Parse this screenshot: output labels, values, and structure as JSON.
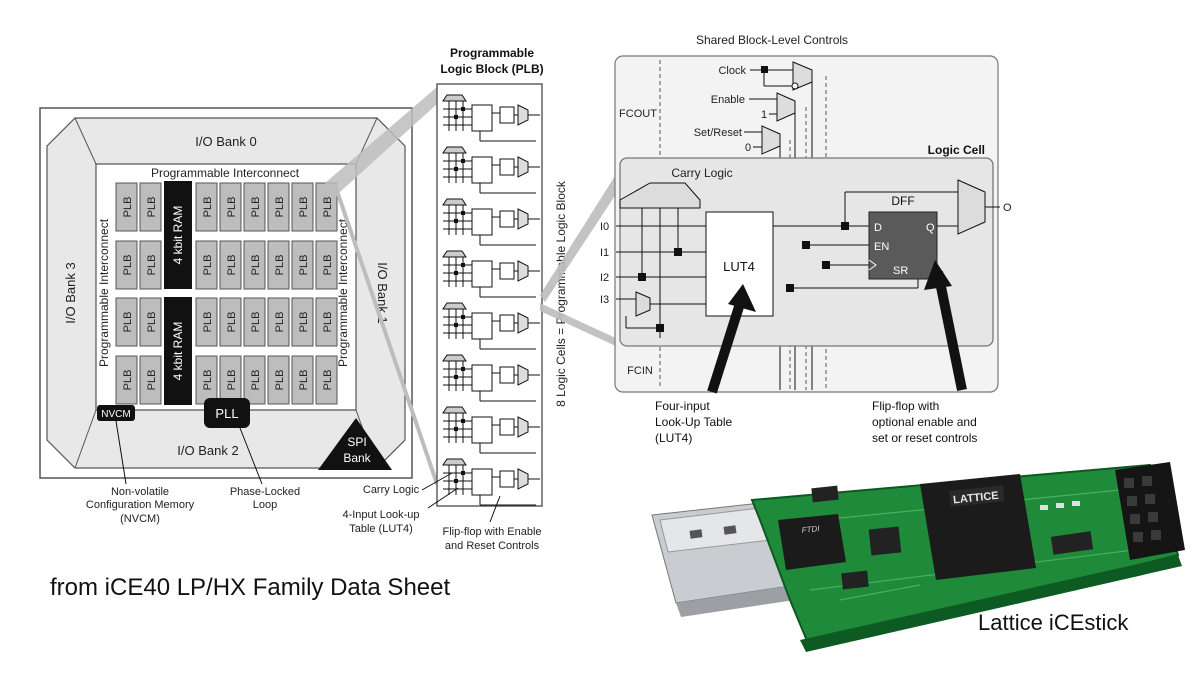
{
  "fpga": {
    "io_bank_0": "I/O Bank 0",
    "io_bank_1": "I/O Bank 1",
    "io_bank_2": "I/O Bank 2",
    "io_bank_3": "I/O Bank 3",
    "interconnect": "Programmable Interconnect",
    "plb": "PLB",
    "ram": "4 kbit RAM",
    "pll": "PLL",
    "nvcm": "NVCM",
    "spi_line1": "SPI",
    "spi_line2": "Bank",
    "nvcm_caption": [
      "Non-volatile",
      "Configuration Memory",
      "(NVCM)"
    ],
    "pll_caption": [
      "Phase-Locked",
      "Loop"
    ]
  },
  "plb_detail": {
    "title": [
      "Programmable",
      "Logic Block (PLB)"
    ],
    "side_label": "8 Logic Cells = Programmable Logic Block",
    "carry_logic": "Carry Logic",
    "lut_caption": [
      "4-Input Look-up",
      "Table (LUT4)"
    ],
    "ff_caption": [
      "Flip-flop with Enable",
      "and Reset Controls"
    ]
  },
  "logic_cell": {
    "shared_title": "Shared Block-Level Controls",
    "clock": "Clock",
    "enable": "Enable",
    "set_reset": "Set/Reset",
    "one": "1",
    "zero": "0",
    "fcout": "FCOUT",
    "fcin": "FCIN",
    "logic_cell_title": "Logic Cell",
    "carry_logic": "Carry Logic",
    "inputs": [
      "I0",
      "I1",
      "I2",
      "I3"
    ],
    "lut4": "LUT4",
    "dff": "DFF",
    "d": "D",
    "q": "Q",
    "en": "EN",
    "sr": "SR",
    "o": "O",
    "lut_caption": [
      "Four-input",
      "Look-Up Table",
      "(LUT4)"
    ],
    "ff_caption": [
      "Flip-flop with",
      "optional enable and",
      "set or reset controls"
    ]
  },
  "captions": {
    "source": "from iCE40 LP/HX Family Data Sheet",
    "board": "Lattice iCEstick"
  },
  "board": {
    "lattice_logo": "LATTICE",
    "ftdi_logo": "FTDI"
  }
}
